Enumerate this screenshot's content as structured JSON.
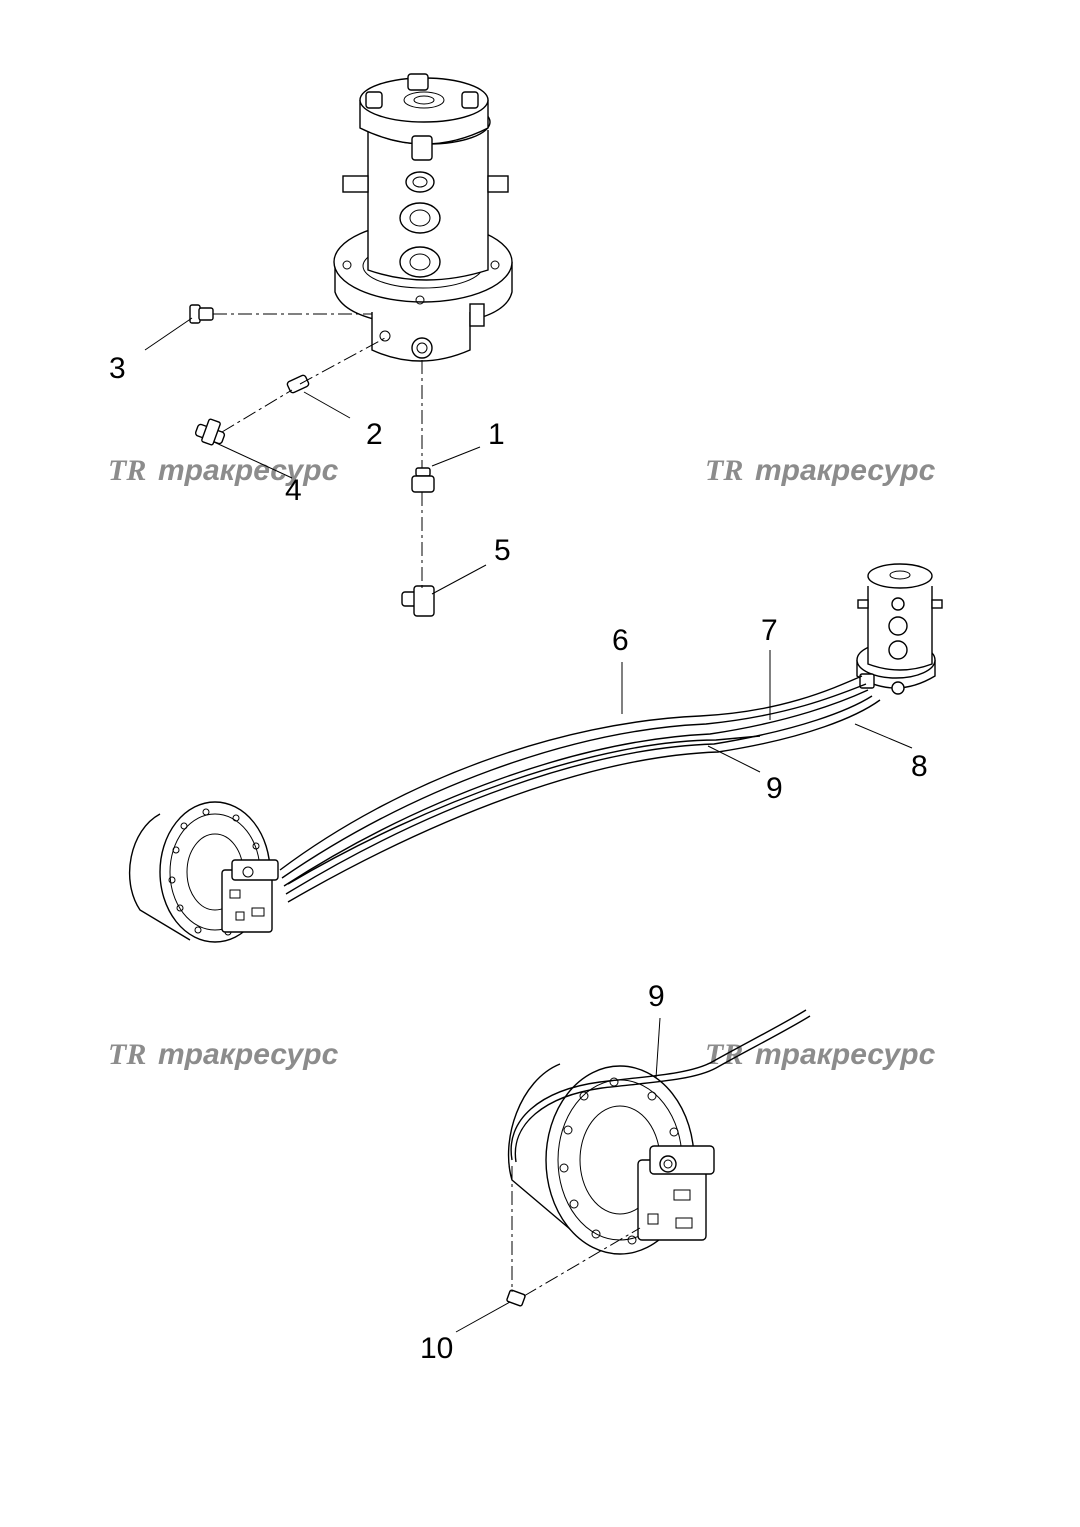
{
  "watermark": {
    "logo": "TR",
    "text": "тракресурс",
    "color": "#8c8c8c"
  },
  "callouts": [
    "1",
    "2",
    "3",
    "4",
    "5",
    "6",
    "7",
    "8",
    "9",
    "10",
    "9"
  ],
  "icons": {
    "swivel_joint": "swivel-joint-icon",
    "travel_motor": "travel-motor-icon",
    "hose_bundle": "hose-bundle-icon"
  }
}
